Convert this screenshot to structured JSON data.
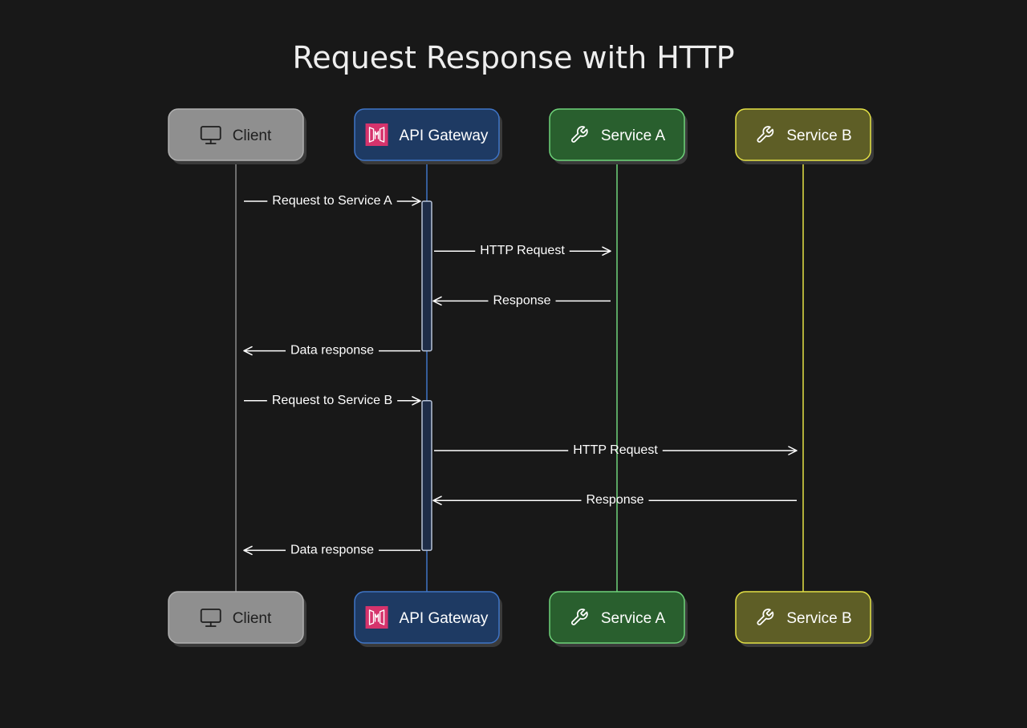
{
  "title": "Request Response with HTTP",
  "participants": [
    {
      "id": "client",
      "label": "Client",
      "icon": "monitor-icon",
      "fill": "#8f8f8f",
      "stroke": "#b0b0b0",
      "text": "#1e1e1e",
      "line": "#8a8a8a"
    },
    {
      "id": "gateway",
      "label": "API Gateway",
      "icon": "api-gateway-icon",
      "fill": "#1e3a63",
      "stroke": "#3f74c6",
      "text": "#ffffff",
      "line": "#3f74c6"
    },
    {
      "id": "serviceA",
      "label": "Service A",
      "icon": "wrench-icon",
      "fill": "#295f2e",
      "stroke": "#6fd37a",
      "text": "#ffffff",
      "line": "#6fd37a"
    },
    {
      "id": "serviceB",
      "label": "Service B",
      "icon": "wrench-icon",
      "fill": "#5e5e26",
      "stroke": "#e4e145",
      "text": "#ffffff",
      "line": "#e4e145"
    }
  ],
  "messages": [
    {
      "from": "client",
      "to": "gateway",
      "label": "Request to Service A"
    },
    {
      "from": "gateway",
      "to": "serviceA",
      "label": "HTTP Request"
    },
    {
      "from": "serviceA",
      "to": "gateway",
      "label": "Response"
    },
    {
      "from": "gateway",
      "to": "client",
      "label": "Data response"
    },
    {
      "from": "client",
      "to": "gateway",
      "label": "Request to Service B"
    },
    {
      "from": "gateway",
      "to": "serviceB",
      "label": "HTTP Request"
    },
    {
      "from": "serviceB",
      "to": "gateway",
      "label": "Response"
    },
    {
      "from": "gateway",
      "to": "client",
      "label": "Data response"
    }
  ],
  "colors": {
    "background": "#181818",
    "arrow": "#ffffff",
    "activation_fill": "#1e2d48",
    "activation_stroke": "#b8c4d8",
    "gateway_icon": "#d6336c"
  }
}
